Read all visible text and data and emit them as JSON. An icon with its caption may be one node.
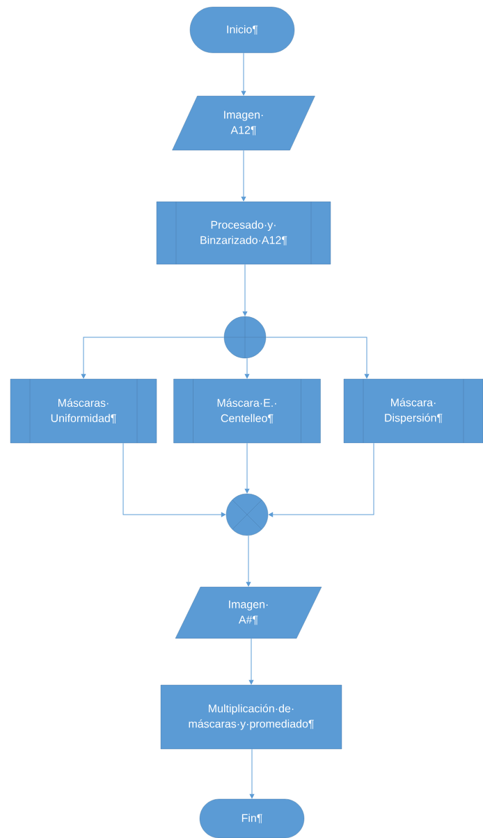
{
  "diagram": {
    "nodes": [
      {
        "text": [
          "Inicio¶"
        ]
      },
      {
        "text": [
          "Imagen· A12¶"
        ]
      },
      {
        "text": [
          "Procesado·y· Binzarizado·A12¶"
        ]
      },
      {
        "text": [],
        "shape": "circle"
      },
      {
        "text": [
          "Máscaras· Uniformidad¶"
        ]
      },
      {
        "text": [
          "Máscara·E.· Centelleo¶"
        ]
      },
      {
        "text": [
          "Máscara· Dispersión¶"
        ]
      },
      {
        "text": [],
        "shape": "circle"
      },
      {
        "text": [
          "Imagen· A#¶"
        ]
      },
      {
        "text": [
          "Multiplicación·de· máscaras·y·promediado¶"
        ]
      },
      {
        "text": [
          "Fin¶"
        ]
      }
    ],
    "edges": [
      {
        "from": 0,
        "to": 1,
        "arrow": "to"
      },
      {
        "from": 1,
        "to": 2,
        "arrow": "to"
      },
      {
        "from": 2,
        "to": 3,
        "arrow": "to"
      },
      {
        "from": 3,
        "to": 4,
        "arrow": "to"
      },
      {
        "from": 3,
        "to": 5,
        "arrow": "to"
      },
      {
        "from": 3,
        "to": 6,
        "arrow": "to"
      },
      {
        "from": 4,
        "to": 7,
        "arrow": "to"
      },
      {
        "from": 5,
        "to": 7,
        "arrow": "to"
      },
      {
        "from": 6,
        "to": 7,
        "arrow": "to"
      },
      {
        "from": 7,
        "to": 8,
        "arrow": "to"
      },
      {
        "from": 8,
        "to": 9,
        "arrow": "to"
      },
      {
        "from": 9,
        "to": 10,
        "arrow": "to"
      }
    ]
  }
}
